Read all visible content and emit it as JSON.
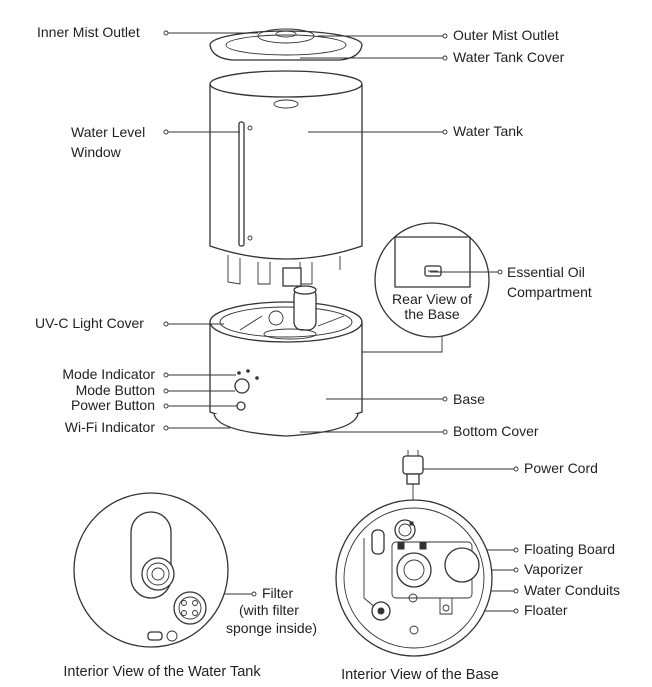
{
  "labels": {
    "inner_mist_outlet": "Inner Mist Outlet",
    "outer_mist_outlet": "Outer Mist Outlet",
    "water_tank_cover": "Water Tank Cover",
    "water_level_window_1": "Water Level",
    "water_level_window_2": "Window",
    "water_tank": "Water Tank",
    "essential_oil_1": "Essential Oil",
    "essential_oil_2": "Compartment",
    "rear_view_1": "Rear View of",
    "rear_view_2": "the Base",
    "uvc_light_cover": "UV-C Light Cover",
    "mode_indicator": "Mode Indicator",
    "mode_button": "Mode Button",
    "power_button": "Power Button",
    "wifi_indicator": "Wi-Fi Indicator",
    "base": "Base",
    "bottom_cover": "Bottom Cover",
    "power_cord": "Power Cord",
    "floating_board": "Floating Board",
    "vaporizer": "Vaporizer",
    "water_conduits": "Water Conduits",
    "floater": "Floater",
    "filter_1": "Filter",
    "filter_2": "(with filter",
    "filter_3": "sponge inside)"
  },
  "captions": {
    "tank_interior": "Interior View of the Water Tank",
    "base_interior": "Interior View of the Base"
  }
}
